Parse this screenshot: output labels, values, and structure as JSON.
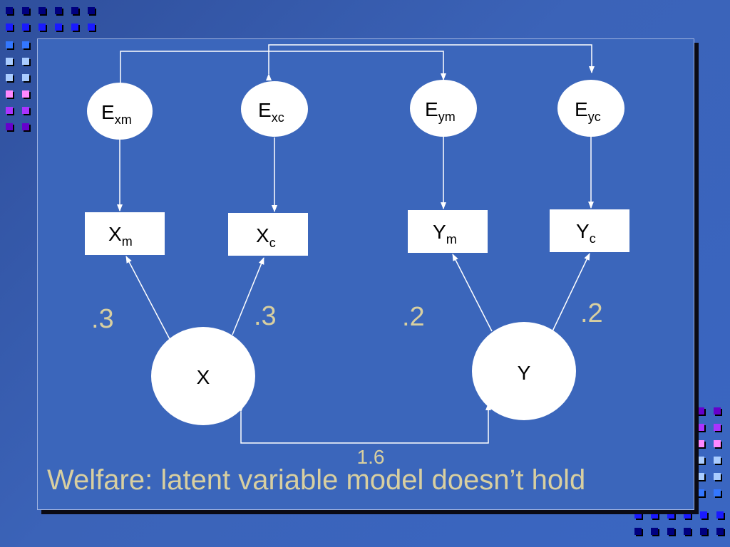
{
  "title": "Welfare: latent variable model doesn’t hold",
  "colors": {
    "background": "#3b66bb",
    "node_fill": "#ffffff",
    "coefficient_text": "#d8cfa0",
    "arrow": "#ffffff",
    "decor_squares": [
      "#000080",
      "#1a1aff",
      "#3377ff",
      "#aaccff",
      "#ff88ff",
      "#aa33ff",
      "#6600cc"
    ]
  },
  "nodes": {
    "exm": {
      "base": "E",
      "sub": "xm"
    },
    "exc": {
      "base": "E",
      "sub": "xc"
    },
    "eym": {
      "base": "E",
      "sub": "ym"
    },
    "eyc": {
      "base": "E",
      "sub": "yc"
    },
    "xm": {
      "base": "X",
      "sub": "m"
    },
    "xc": {
      "base": "X",
      "sub": "c"
    },
    "ym": {
      "base": "Y",
      "sub": "m"
    },
    "yc": {
      "base": "Y",
      "sub": "c"
    },
    "x": {
      "label": "X"
    },
    "y": {
      "label": "Y"
    }
  },
  "coefficients": {
    "x_to_xm": ".3",
    "x_to_xc": ".3",
    "y_to_ym": ".2",
    "y_to_yc": ".2",
    "x_y_covariance": "1.6"
  }
}
